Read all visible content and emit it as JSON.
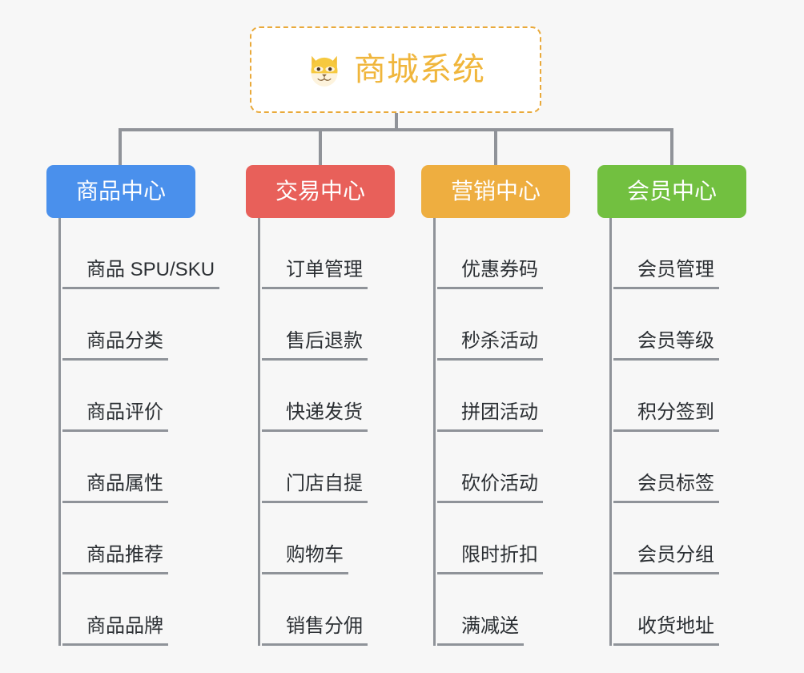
{
  "page": {
    "background_color": "#f7f7f7",
    "type": "mindmap",
    "line_color": "#8f9399",
    "text_color": "#2b2f33"
  },
  "root": {
    "title": "商城系统",
    "icon": "shiba-dog-face-emoji",
    "border_color": "#e9a93a",
    "text_color": "#f0b63c",
    "background_color": "#ffffff"
  },
  "branches": [
    {
      "label": "商品中心",
      "color": "#4a90ec",
      "items": [
        "商品 SPU/SKU",
        "商品分类",
        "商品评价",
        "商品属性",
        "商品推荐",
        "商品品牌"
      ]
    },
    {
      "label": "交易中心",
      "color": "#e8605a",
      "items": [
        "订单管理",
        "售后退款",
        "快递发货",
        "门店自提",
        "购物车",
        "销售分佣"
      ]
    },
    {
      "label": "营销中心",
      "color": "#eeae40",
      "items": [
        "优惠券码",
        "秒杀活动",
        "拼团活动",
        "砍价活动",
        "限时折扣",
        "满减送"
      ]
    },
    {
      "label": "会员中心",
      "color": "#72c040",
      "items": [
        "会员管理",
        "会员等级",
        "积分签到",
        "会员标签",
        "会员分组",
        "收货地址"
      ]
    }
  ]
}
